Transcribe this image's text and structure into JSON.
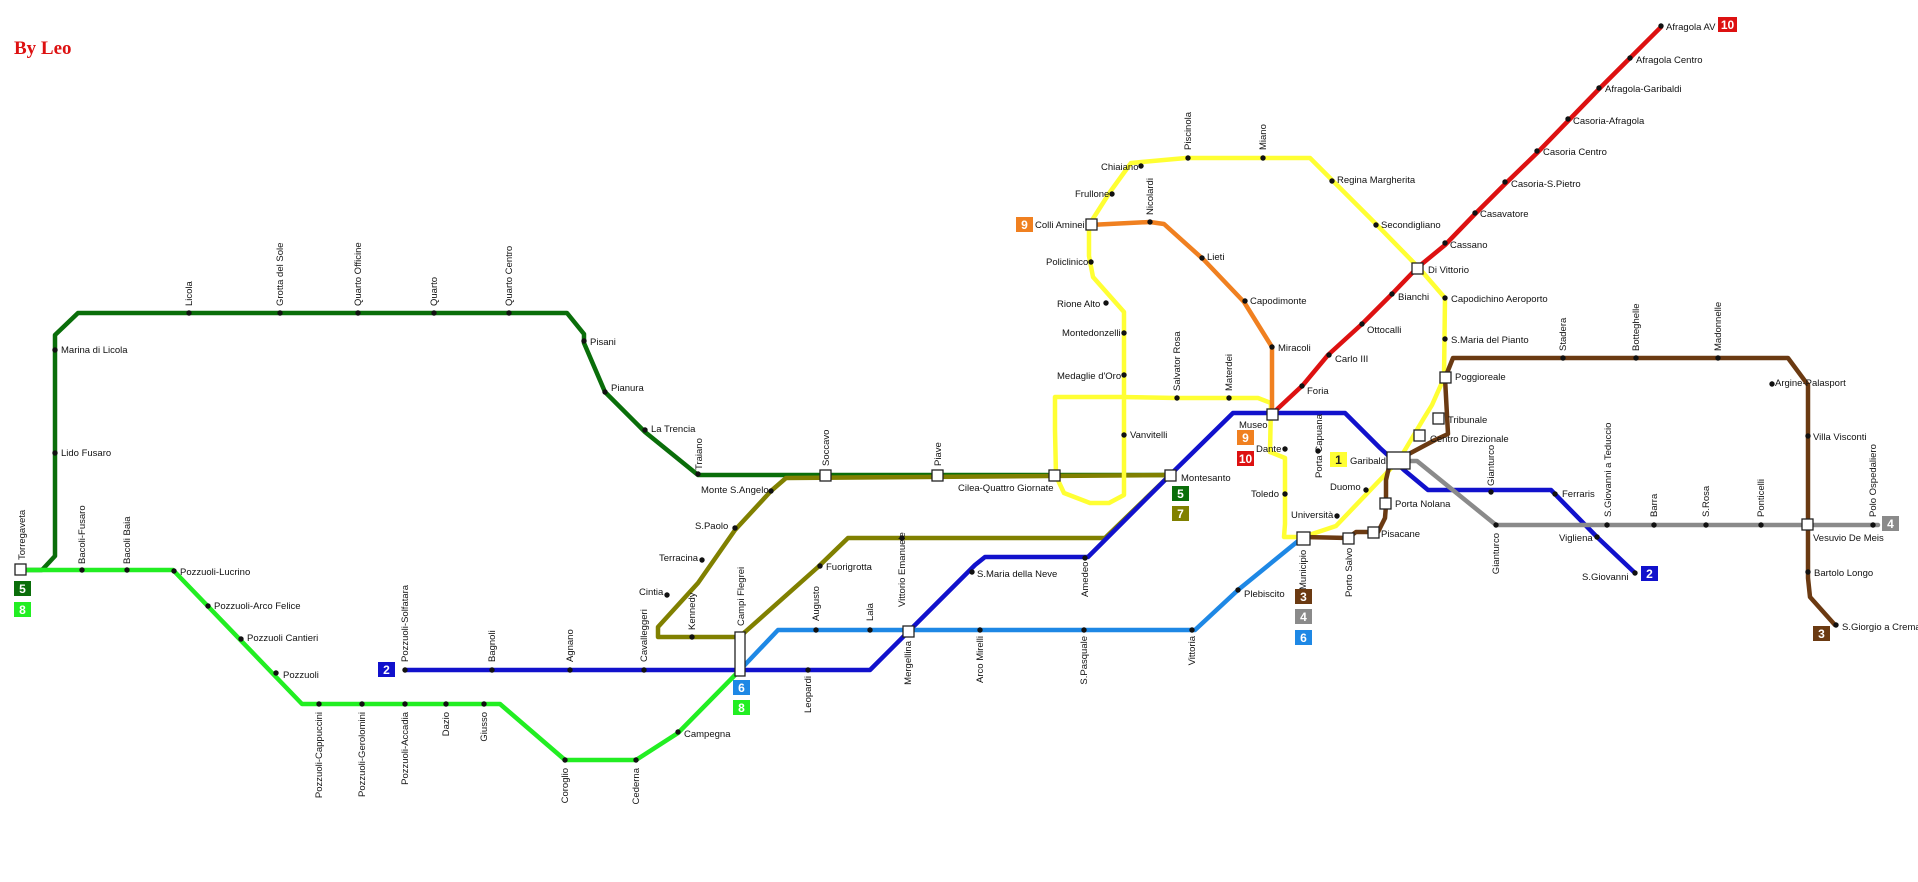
{
  "credit": "By Leo",
  "lines": [
    {
      "id": "1",
      "color": "#ffff33"
    },
    {
      "id": "2",
      "color": "#1111cc"
    },
    {
      "id": "3",
      "color": "#6b3a12"
    },
    {
      "id": "4",
      "color": "#8a8a8a"
    },
    {
      "id": "5",
      "color": "#0a6e0a"
    },
    {
      "id": "6",
      "color": "#1e88e5"
    },
    {
      "id": "7",
      "color": "#808000"
    },
    {
      "id": "8",
      "color": "#22ee22"
    },
    {
      "id": "9",
      "color": "#f08020"
    },
    {
      "id": "10",
      "color": "#dd1111"
    }
  ],
  "stations": {
    "torregaveta": "Torregaveta",
    "marina_licola": "Marina di Licola",
    "lido_fusaro": "Lido Fusaro",
    "licola": "Licola",
    "grotta_sole": "Grotta del Sole",
    "quarto_officine": "Quarto Officine",
    "quarto": "Quarto",
    "quarto_centro": "Quarto Centro",
    "pisani": "Pisani",
    "pianura": "Pianura",
    "la_trencia": "La Trencia",
    "traiano": "Traiano",
    "soccavo": "Soccavo",
    "piave": "Piave",
    "cilea": "Cilea-Quattro Giornate",
    "montesanto": "Montesanto",
    "bacoli_fusaro": "Bacoli-Fusaro",
    "bacoli_baia": "Bacoli Baia",
    "pozzuoli_lucrino": "Pozzuoli-Lucrino",
    "pozzuoli_arco": "Pozzuoli-Arco Felice",
    "pozzuoli_cantieri": "Pozzuoli Cantieri",
    "pozzuoli": "Pozzuoli",
    "pozzuoli_cappuccini": "Pozzuoli-Cappuccini",
    "pozzuoli_gerolomini": "Pozzuoli-Gerolomini",
    "pozzuoli_accadia": "Pozzuoli-Accadia",
    "dazio": "Dazio",
    "giusso": "Giusso",
    "coroglio": "Coroglio",
    "cederna": "Cederna",
    "campegna": "Campegna",
    "pozzuoli_solfatara": "Pozzuoli-Solfatara",
    "bagnoli": "Bagnoli",
    "agnano": "Agnano",
    "cavalleggeri": "Cavalleggeri",
    "campi_flegrei": "Campi Flegrei",
    "leopardi": "Leopardi",
    "mergellina": "Mergellina",
    "augusto": "Augusto",
    "lala": "Lala",
    "arco_mirelli": "Arco Mirelli",
    "s_pasquale": "S.Pasquale",
    "vittoria": "Vittoria",
    "plebiscito": "Plebiscito",
    "monte_s_angelo": "Monte S.Angelo",
    "s_paolo": "S.Paolo",
    "terracina": "Terracina",
    "cintia": "Cintia",
    "kennedy": "Kennedy",
    "fuorigrotta": "Fuorigrotta",
    "vittorio_emanuele": "Vittorio Emanuele",
    "s_maria_neve": "S.Maria della Neve",
    "amedeo": "Amedeo",
    "museo": "Museo",
    "dante": "Dante",
    "toledo": "Toledo",
    "universita": "Università",
    "municipio": "Municipio",
    "porto_salvo": "Porto Salvo",
    "pisacane": "Pisacane",
    "porta_capuana": "Porta Capuana",
    "duomo": "Duomo",
    "garibaldi": "Garibaldi",
    "porta_nolana": "Porta Nolana",
    "centro_direzionale": "Centro Direzionale",
    "tribunale": "Tribunale",
    "poggioreale": "Poggioreale",
    "s_maria_pianto": "S.Maria del Pianto",
    "capodichino": "Capodichino Aeroporto",
    "di_vittorio": "Di Vittorio",
    "colli_aminei": "Colli Aminei",
    "frullone": "Frullone",
    "chiaiano": "Chiaiano",
    "piscinola": "Piscinola",
    "miano": "Miano",
    "regina_margherita": "Regina Margherita",
    "secondigliano": "Secondigliano",
    "policlinico": "Policlinico",
    "rione_alto": "Rione Alto",
    "montedonzelli": "Montedonzelli",
    "medaglie_oro": "Medaglie d'Oro",
    "vanvitelli": "Vanvitelli",
    "salvator_rosa": "Salvator Rosa",
    "materdei": "Materdei",
    "nicolardi": "Nicolardi",
    "lieti": "Lieti",
    "capodimonte": "Capodimonte",
    "miracoli": "Miracoli",
    "foria": "Foria",
    "carlo_iii": "Carlo III",
    "ottocalli": "Ottocalli",
    "bianchi": "Bianchi",
    "cassano": "Cassano",
    "casavatore": "Casavatore",
    "casoria_s_pietro": "Casoria-S.Pietro",
    "casoria_centro": "Casoria Centro",
    "casoria_afragola": "Casoria-Afragola",
    "afragola_garibaldi": "Afragola-Garibaldi",
    "afragola_centro": "Afragola Centro",
    "afragola_av": "Afragola AV",
    "gianturco_2": "Gianturco",
    "gianturco_4": "Gianturco",
    "ferraris": "Ferraris",
    "s_giovanni_teduccio": "S.Giovanni a Teduccio",
    "vigliena": "Vigliena",
    "s_giovanni": "S.Giovanni",
    "barra": "Barra",
    "s_rosa": "S.Rosa",
    "ponticelli": "Ponticelli",
    "vesuvio_de_meis": "Vesuvio De Meis",
    "polo_ospedaliero": "Polo Ospedaliero",
    "stadera": "Stadera",
    "botteghelle": "Botteghelle",
    "madonnelle": "Madonnelle",
    "argine_palasport": "Argine-Palasport",
    "villa_visconti": "Villa Visconti",
    "bartolo_longo": "Bartolo Longo",
    "s_giorgio": "S.Giorgio a Cremano"
  }
}
